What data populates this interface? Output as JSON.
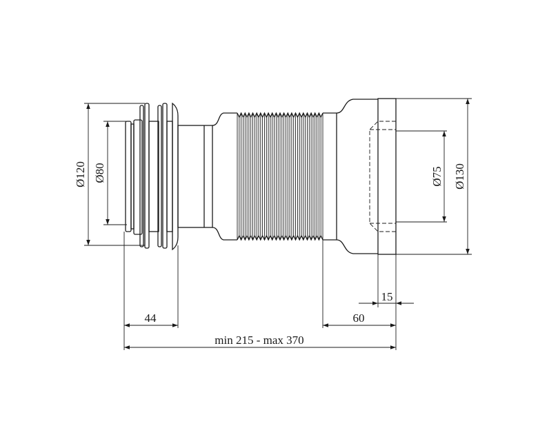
{
  "dimensions": {
    "d_left_outer": "Ø120",
    "d_left_inner": "Ø80",
    "d_right_inner": "Ø75",
    "d_right_outer": "Ø130",
    "left_insert": "44",
    "right_socket": "60",
    "flange": "15",
    "total_length": "min 215 - max 370"
  }
}
